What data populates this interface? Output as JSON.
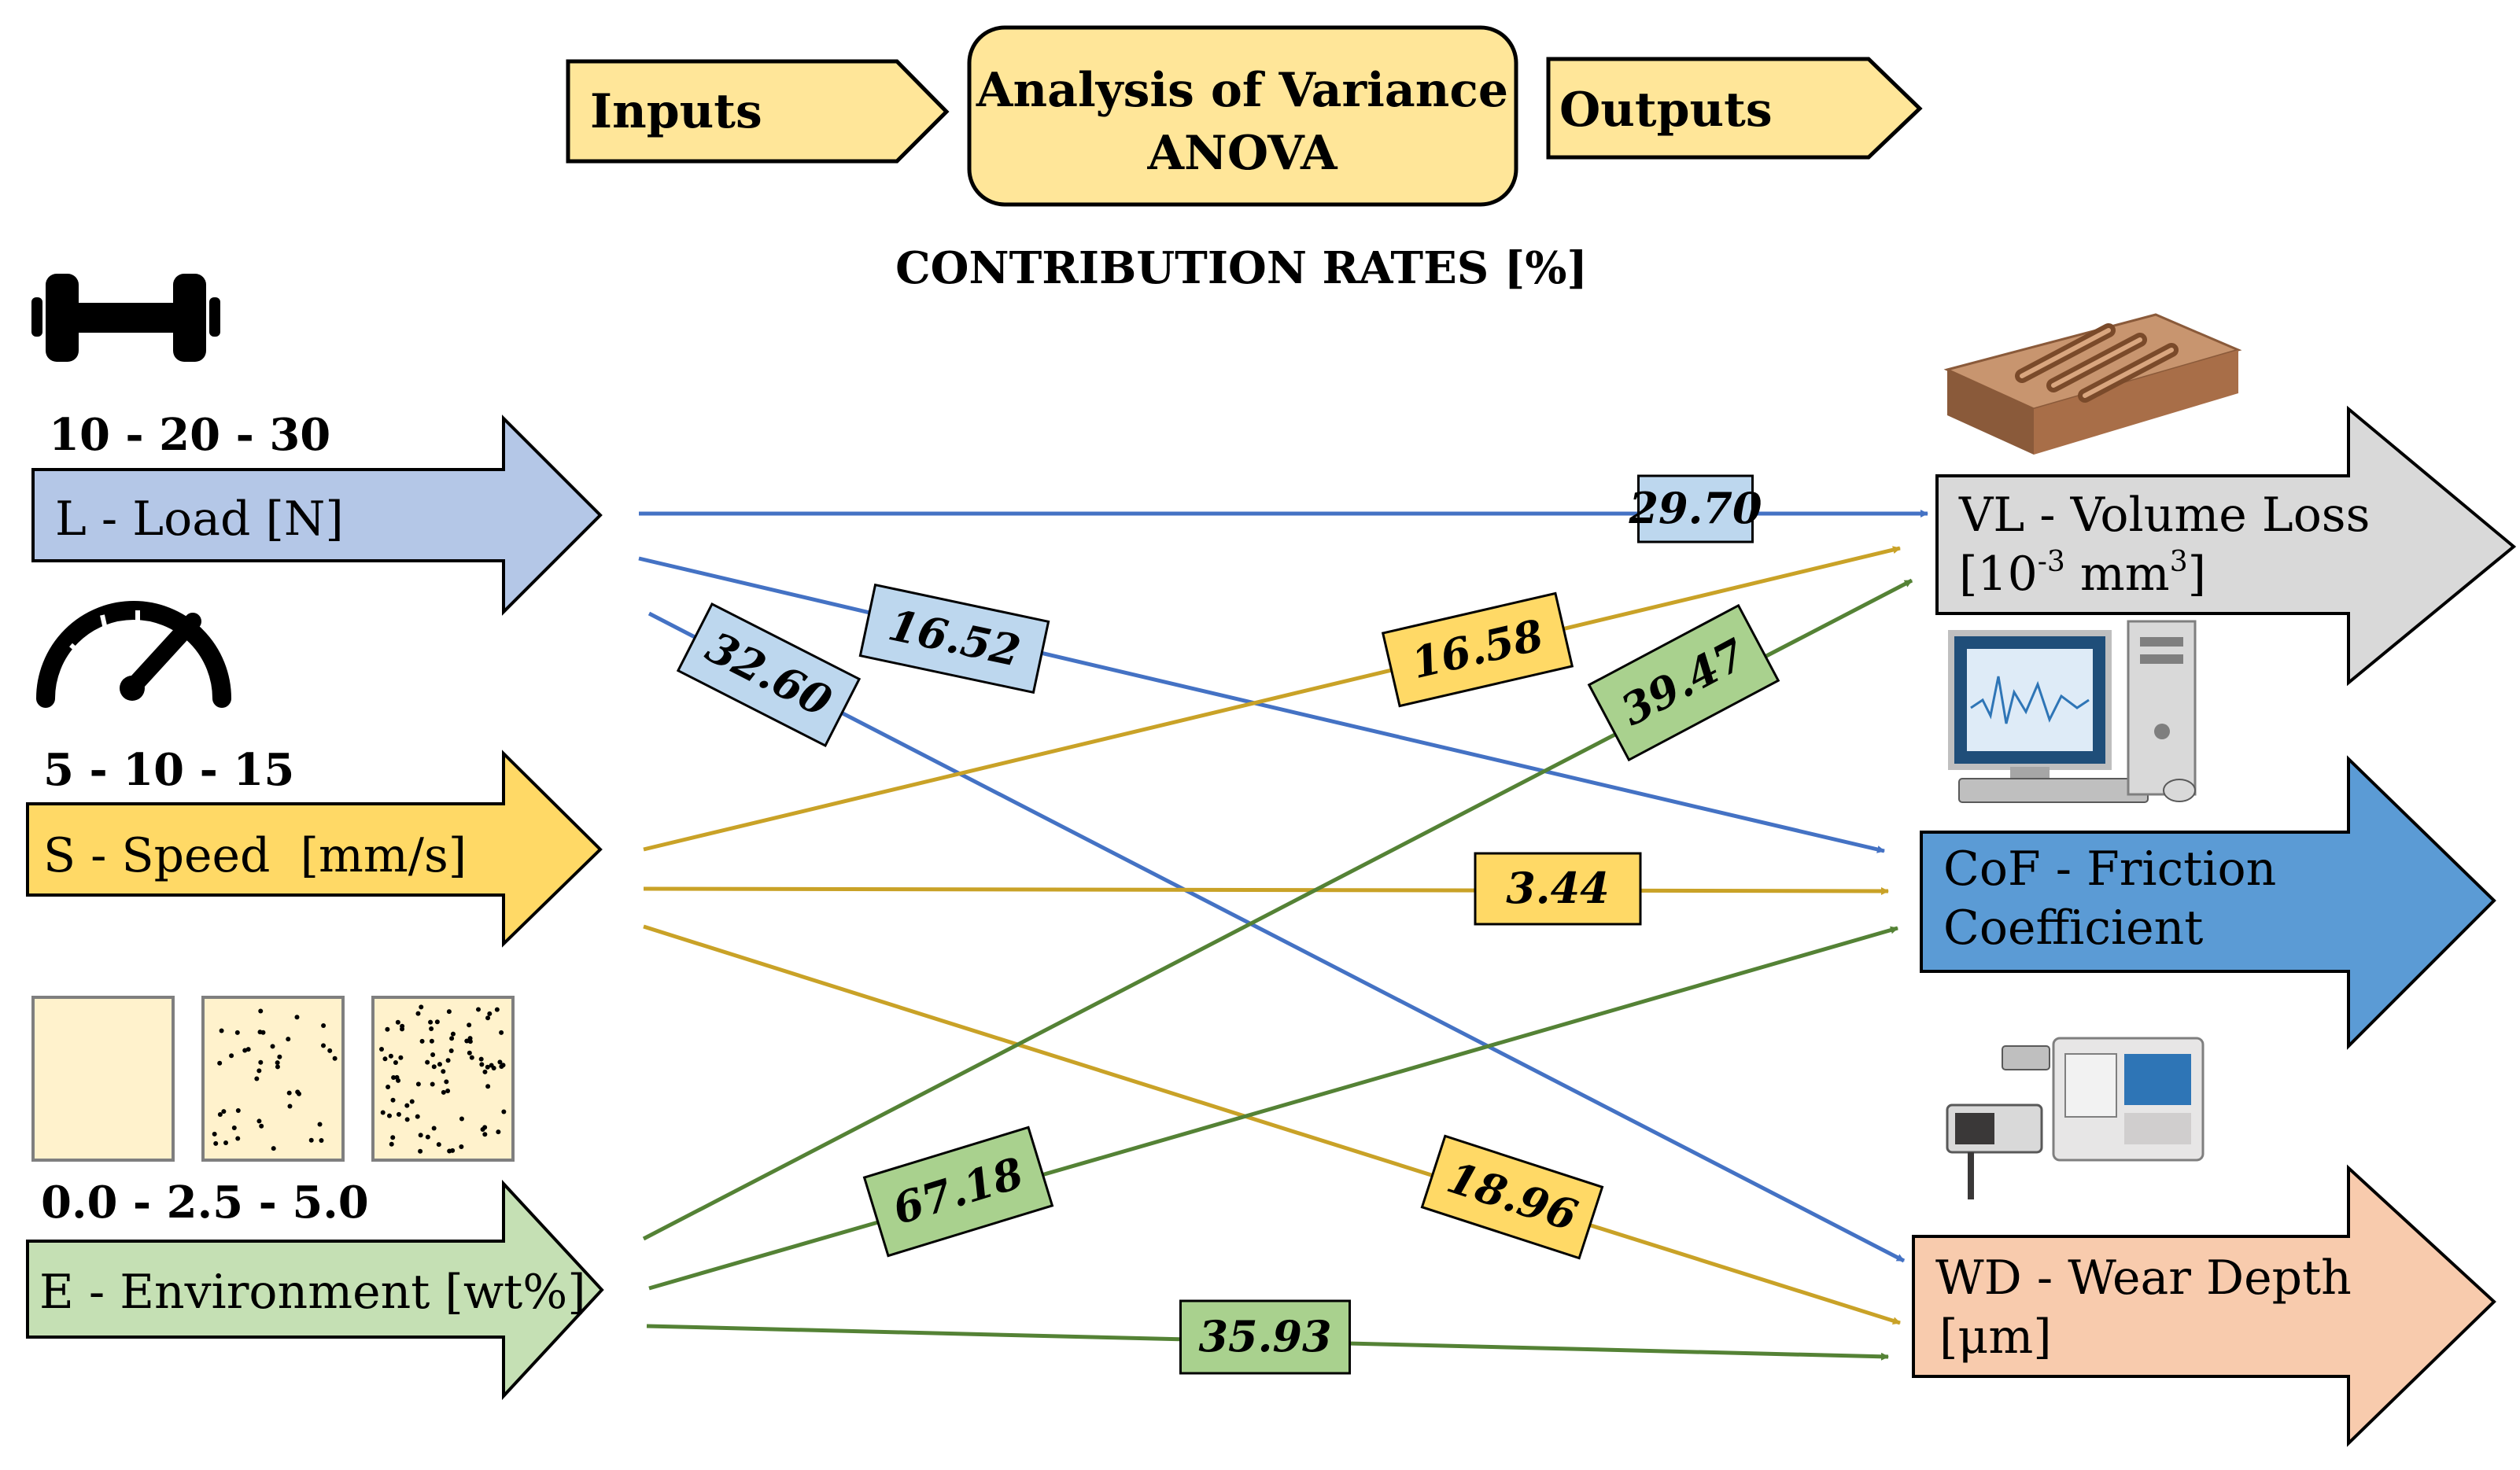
{
  "header": {
    "inputs_label": "Inputs",
    "anova_line1": "Analysis of Variance",
    "anova_line2": "ANOVA",
    "outputs_label": "Outputs",
    "subtitle": "CONTRIBUTION RATES [%]",
    "box_color": "#FFE699"
  },
  "inputs": [
    {
      "id": "L",
      "label": "L - Load [N]",
      "levels": "10 - 20 - 30",
      "color": "#B4C7E7",
      "icon": "dumbbell-icon"
    },
    {
      "id": "S",
      "label": "S - Speed  [mm/s]",
      "levels": "5 - 10 - 15",
      "color": "#FFD966",
      "icon": "speedometer-icon"
    },
    {
      "id": "E",
      "label": "E - Environment [wt%]",
      "levels": "0.0 - 2.5 - 5.0",
      "color": "#C5E0B4",
      "icon": "particle-samples-icon"
    }
  ],
  "outputs": [
    {
      "id": "VL",
      "label_line1": "VL - Volume Loss",
      "label_line2": "[10",
      "label_sup": "-3",
      "label_tail": " mm",
      "label_sup2": "3",
      "label_end": "]",
      "color": "#D9D9D9",
      "icon": "worn-block-icon"
    },
    {
      "id": "CoF",
      "label_line1": "CoF - Friction",
      "label_line2": "Coefficient",
      "color": "#5B9BD5",
      "icon": "computer-icon"
    },
    {
      "id": "WD",
      "label_line1": "WD - Wear Depth",
      "label_line2": "[μm]",
      "color": "#F8CBAD",
      "icon": "profilometer-icon"
    }
  ],
  "contributions": [
    {
      "from": "L",
      "to": "VL",
      "value": "29.70",
      "line_color": "#4472C4",
      "label_color": "#BDD7EE"
    },
    {
      "from": "L",
      "to": "CoF",
      "value": "16.52",
      "line_color": "#4472C4",
      "label_color": "#BDD7EE"
    },
    {
      "from": "L",
      "to": "WD",
      "value": "32.60",
      "line_color": "#4472C4",
      "label_color": "#BDD7EE"
    },
    {
      "from": "S",
      "to": "VL",
      "value": "16.58",
      "line_color": "#C9A227",
      "label_color": "#FFD966"
    },
    {
      "from": "S",
      "to": "CoF",
      "value": "3.44",
      "line_color": "#C9A227",
      "label_color": "#FFD966"
    },
    {
      "from": "S",
      "to": "WD",
      "value": "18.96",
      "line_color": "#C9A227",
      "label_color": "#FFD966"
    },
    {
      "from": "E",
      "to": "VL",
      "value": "39.47",
      "line_color": "#548235",
      "label_color": "#A9D18E"
    },
    {
      "from": "E",
      "to": "CoF",
      "value": "67.18",
      "line_color": "#548235",
      "label_color": "#A9D18E"
    },
    {
      "from": "E",
      "to": "WD",
      "value": "35.93",
      "line_color": "#548235",
      "label_color": "#A9D18E"
    }
  ]
}
